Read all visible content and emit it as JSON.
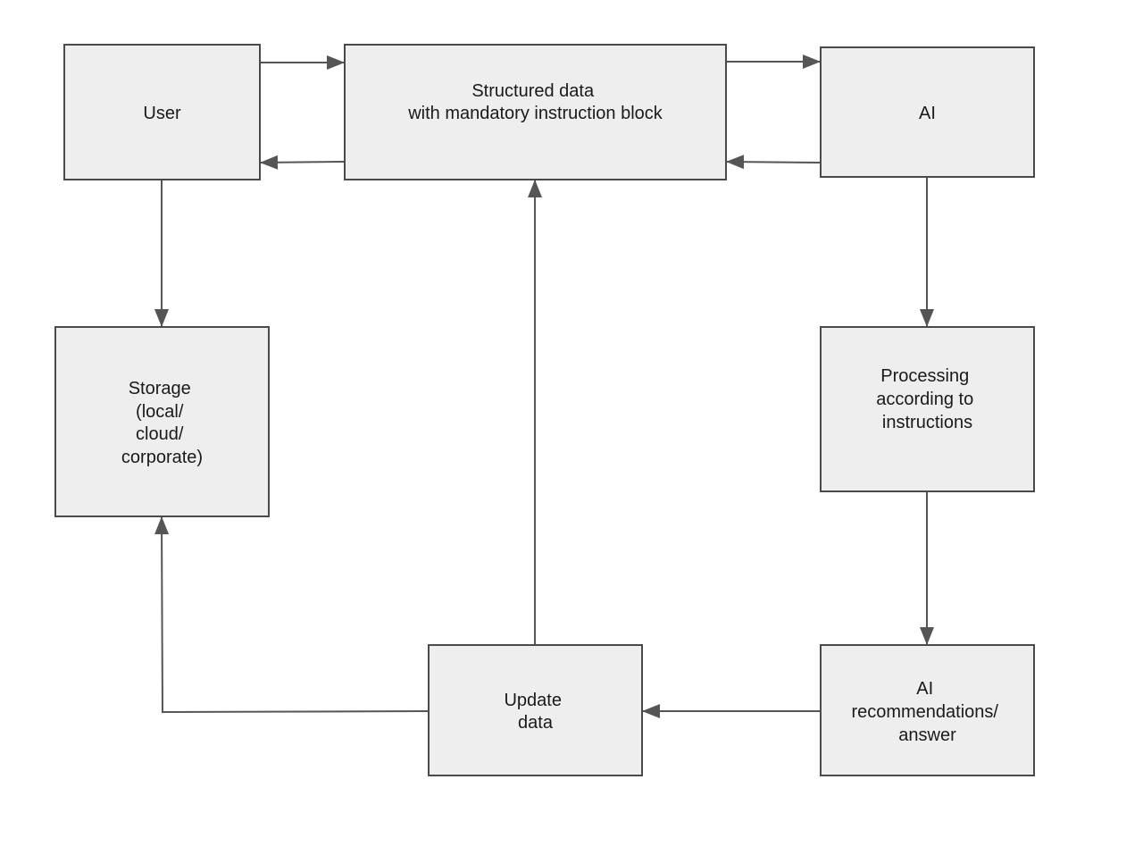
{
  "nodes": {
    "user": {
      "lines": [
        "User"
      ]
    },
    "structured": {
      "lines": [
        "Structured data",
        "with mandatory instruction block"
      ]
    },
    "ai": {
      "lines": [
        "AI"
      ]
    },
    "storage": {
      "lines": [
        "Storage",
        "(local/",
        "cloud/",
        "corporate)"
      ]
    },
    "processing": {
      "lines": [
        "Processing",
        "according to",
        "instructions"
      ]
    },
    "update": {
      "lines": [
        "Update",
        "data"
      ]
    },
    "recommendations": {
      "lines": [
        "AI",
        "recommendations/",
        "answer"
      ]
    }
  },
  "colors": {
    "node_fill": "#eeeeee",
    "node_border": "#4a4a4a",
    "arrow": "#555555",
    "text": "#1a1a1a"
  }
}
